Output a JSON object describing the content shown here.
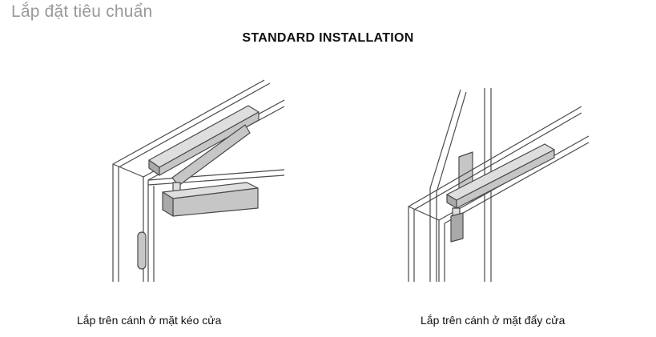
{
  "section_title": "Lắp đặt tiêu chuẩn",
  "headline": "STANDARD INSTALLATION",
  "captions": {
    "pull_side": "Lắp trên cánh ở mặt kéo cửa",
    "push_side": "Lắp trên cánh ở mặt đẩy cửa"
  },
  "colors": {
    "line": "#4a4a4a",
    "closer_fill": "#c6c6c6",
    "closer_shade": "#a9a9a9",
    "closer_light": "#dedede"
  }
}
